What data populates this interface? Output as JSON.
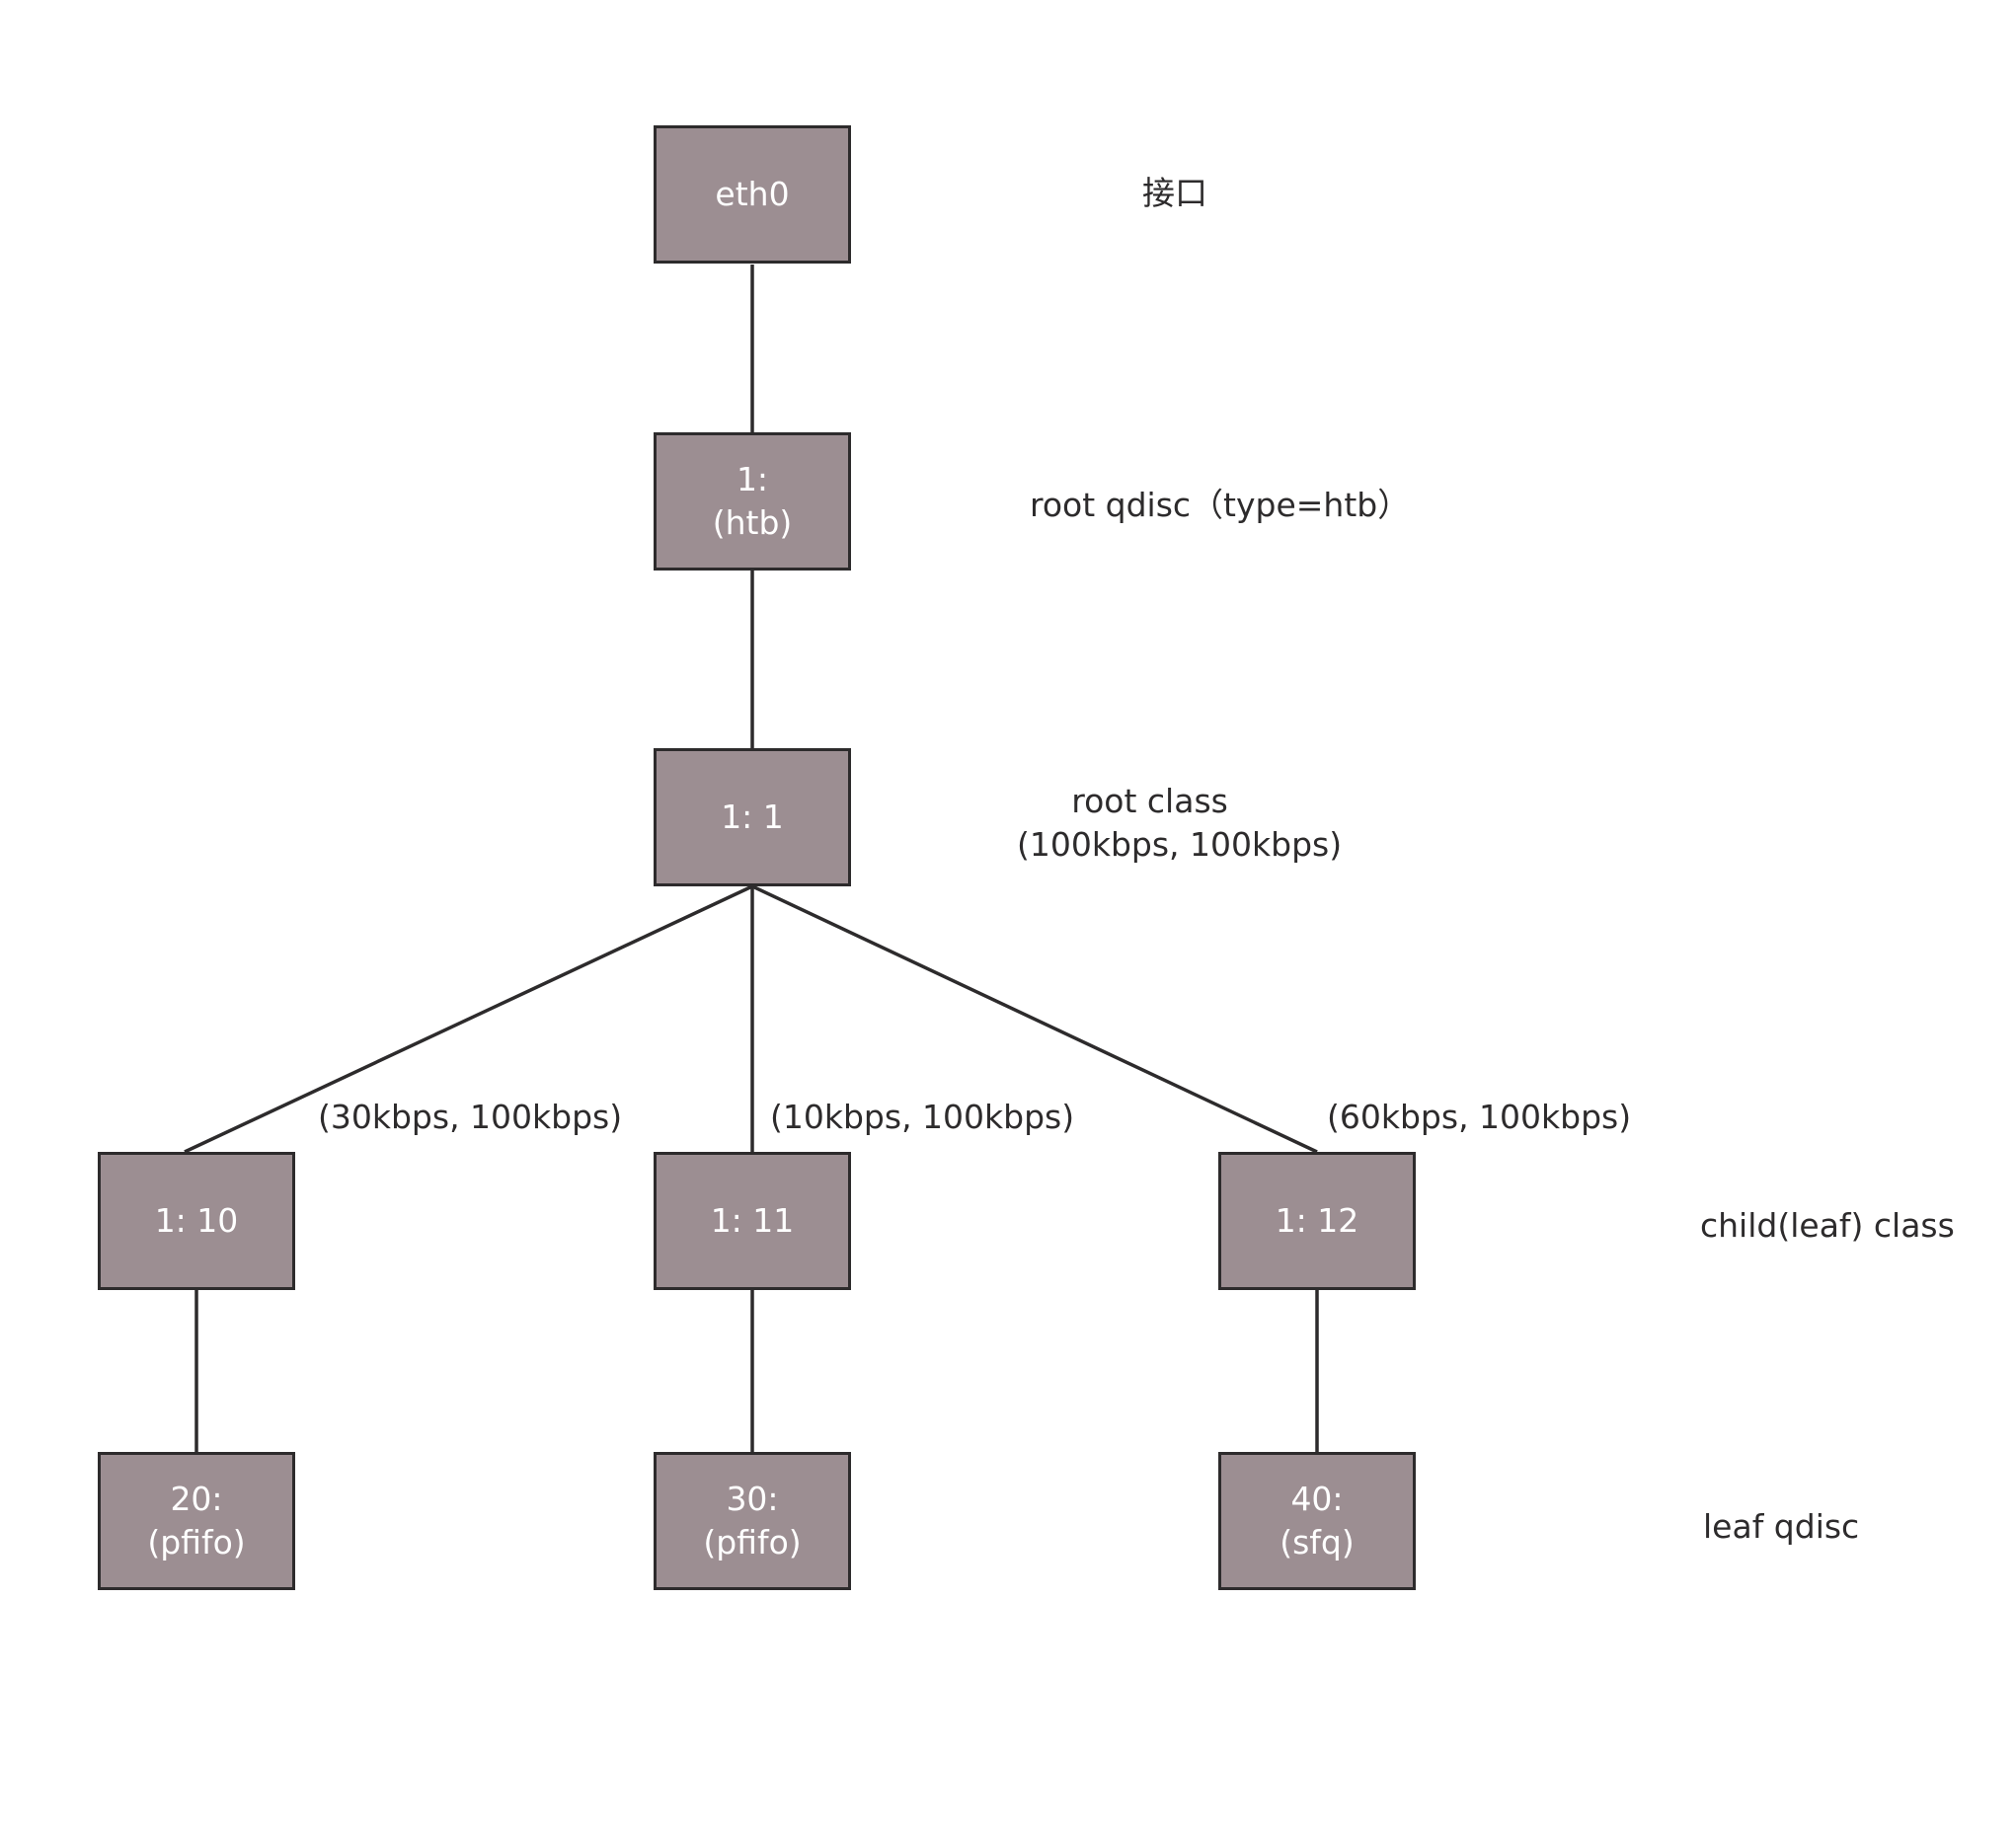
{
  "nodes": {
    "eth0": {
      "line1": "eth0"
    },
    "root_qdisc": {
      "line1": "1:",
      "line2": "(htb)"
    },
    "root_class": {
      "line1": "1: 1"
    },
    "class_10": {
      "line1": "1: 10"
    },
    "class_11": {
      "line1": "1: 11"
    },
    "class_12": {
      "line1": "1: 12"
    },
    "qdisc_20": {
      "line1": "20:",
      "line2": "(pfifo)"
    },
    "qdisc_30": {
      "line1": "30:",
      "line2": "(pfifo)"
    },
    "qdisc_40": {
      "line1": "40:",
      "line2": "(sfq)"
    }
  },
  "labels": {
    "interface": "接口",
    "root_qdisc": "root qdisc（type=htb）",
    "root_class_line1": "root class",
    "root_class_line2": "(100kbps, 100kbps)",
    "child_class": "child(leaf) class",
    "leaf_qdisc": "leaf qdisc"
  },
  "edge_labels": {
    "class_10": "(30kbps, 100kbps)",
    "class_11": "(10kbps, 100kbps)",
    "class_12": "(60kbps, 100kbps)"
  },
  "colors": {
    "node_fill": "#9c8e92",
    "node_border": "#2d2b2c",
    "node_text": "#ffffff",
    "line": "#2d2b2c",
    "label_text": "#2d2b2c"
  }
}
